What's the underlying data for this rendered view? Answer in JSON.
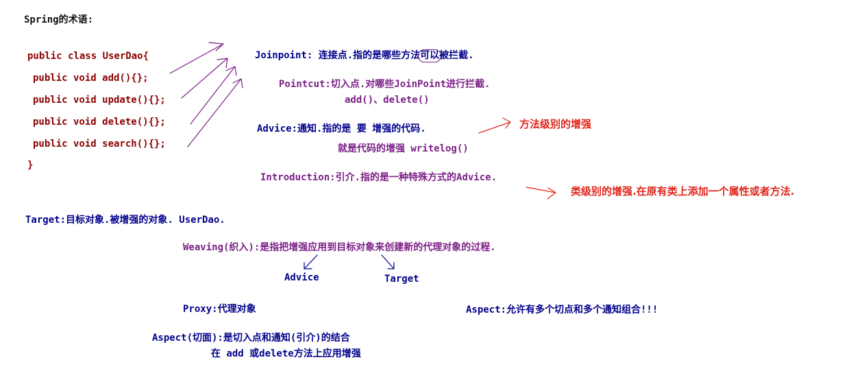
{
  "title": "Spring的术语:",
  "code": {
    "line1": "public class UserDao{",
    "line2": "public void add(){};",
    "line3": "public void update(){};",
    "line4": "public void delete(){};",
    "line5": "public void search(){};",
    "line6": "}"
  },
  "joinpoint": {
    "prefix": "Joinpoint:",
    "text_before": " 连接点.指的是哪些方法",
    "circled": "可以",
    "text_after": "被拦截."
  },
  "pointcut": {
    "text": "Pointcut:切入点.对哪些JoinPoint进行拦截.",
    "example": "add()、delete()"
  },
  "advice": {
    "text": "Advice:通知.指的是 要 增强的代码.",
    "example": "就是代码的增强  writelog()",
    "note": "方法级别的增强"
  },
  "introduction": {
    "text": "Introduction:引介.指的是一种特殊方式的Advice.",
    "note": "类级别的增强.在原有类上添加一个属性或者方法."
  },
  "target": {
    "text": "Target:目标对象.被增强的对象. UserDao."
  },
  "weaving": {
    "text": "Weaving(织入):是指把增强应用到目标对象来创建新的代理对象的过程.",
    "advice_label": "Advice",
    "target_label": "Target"
  },
  "proxy": {
    "text": "Proxy:代理对象"
  },
  "aspect_multi": {
    "text": "Aspect:允许有多个切点和多个通知组合!!!"
  },
  "aspect": {
    "text": "Aspect(切面):是切入点和通知(引介)的结合",
    "example": "在 add 或delete方法上应用增强"
  },
  "colors": {
    "code": "#8b0000",
    "terms": "#00008b",
    "highlight": "#7b1f86",
    "annotation": "#e0261b"
  }
}
